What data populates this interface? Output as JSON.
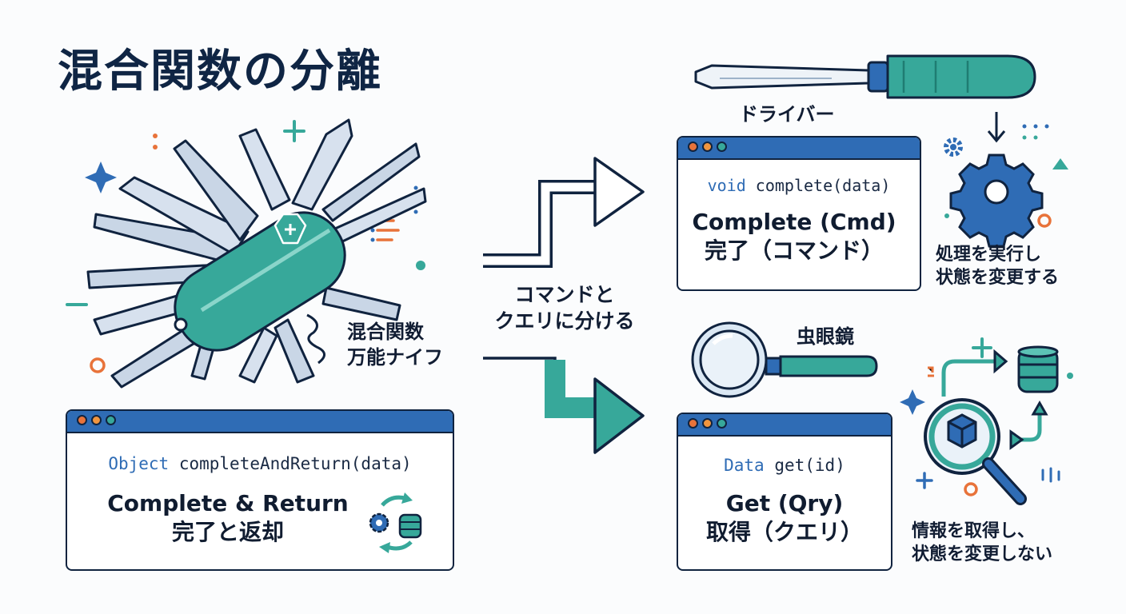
{
  "title": "混合関数の分離",
  "knife_label": {
    "line1": "混合関数",
    "line2": "万能ナイフ"
  },
  "split_label": {
    "line1": "コマンドと",
    "line2": "クエリに分ける"
  },
  "screwdriver_label": "ドライバー",
  "magnifier_label": "虫眼鏡",
  "windows": {
    "mixed": {
      "keyword": "Object",
      "signature": " completeAndReturn(data)",
      "line1": "Complete & Return",
      "line2": "完了と返却"
    },
    "command": {
      "keyword": "void",
      "signature": " complete(data)",
      "line1": "Complete (Cmd)",
      "line2": "完了（コマンド）"
    },
    "query": {
      "keyword": "Data",
      "signature": " get(id)",
      "line1": "Get (Qry)",
      "line2": "取得（クエリ）"
    }
  },
  "command_note": {
    "line1": "処理を実行し",
    "line2": "状態を変更する"
  },
  "query_note": {
    "line1": "情報を取得し、",
    "line2": "状態を変更しない"
  },
  "icons": [
    "swiss-army-knife-icon",
    "screwdriver-icon",
    "magnifying-glass-icon",
    "gear-icon",
    "database-icon",
    "cube-icon",
    "cycle-arrows-icon"
  ],
  "colors": {
    "navy": "#10233f",
    "blue": "#2f6cb5",
    "teal": "#37a89a",
    "orange": "#e8733a"
  }
}
